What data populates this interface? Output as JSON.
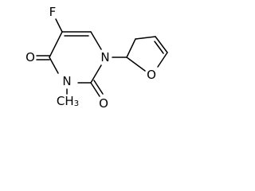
{
  "molecule": {
    "atoms": {
      "fluorine": "F",
      "oxygen_c4": "O",
      "nitrogen_n3": "N",
      "methyl": "CH",
      "methyl_subscript": "3",
      "oxygen_c2": "O",
      "nitrogen_n1": "N",
      "ring_oxygen": "O"
    },
    "colors": {
      "bond": "#000000",
      "label": "#000000"
    }
  }
}
